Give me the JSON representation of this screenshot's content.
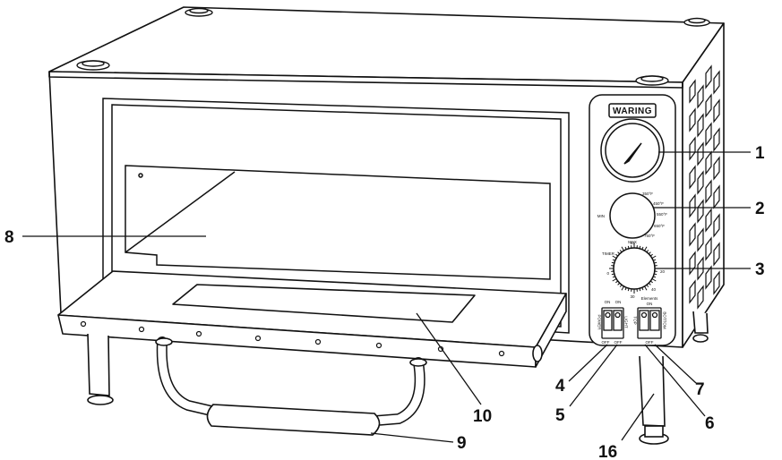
{
  "brand": "WARING",
  "callouts": [
    {
      "number": "1"
    },
    {
      "number": "2"
    },
    {
      "number": "3"
    },
    {
      "number": "4"
    },
    {
      "number": "5"
    },
    {
      "number": "6"
    },
    {
      "number": "7"
    },
    {
      "number": "8"
    },
    {
      "number": "9"
    },
    {
      "number": "10"
    },
    {
      "number": "16"
    }
  ],
  "temperature_dial": {
    "min": "MIN",
    "max": "MAX",
    "marks": [
      "350°F",
      "450°F",
      "550°F",
      "650°F",
      "750°F"
    ]
  },
  "timer_dial": {
    "title": "TIMER",
    "marks": [
      "0",
      "10",
      "20",
      "30",
      "40"
    ]
  },
  "power_switches": {
    "on_left": "ON",
    "on_right": "ON",
    "off_left": "OFF",
    "off_right": "OFF",
    "vertical_left": "POWER",
    "vertical_right": "LIGHT"
  },
  "element_switches": {
    "title": "Elements",
    "on": "ON",
    "off": "OFF",
    "vertical_left": "TOP",
    "vertical_right": "BOTTOM"
  },
  "colors": {
    "line": "#111111",
    "background": "#ffffff"
  }
}
